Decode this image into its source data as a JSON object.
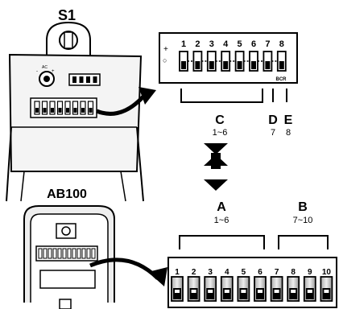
{
  "devices": {
    "s1": {
      "title": "S1",
      "ac_label": "AC",
      "ac_marks": [
        "-",
        "+"
      ]
    },
    "ab100": {
      "title": "AB100"
    }
  },
  "switch_8": {
    "numbers": [
      "1",
      "2",
      "3",
      "4",
      "5",
      "6",
      "7",
      "8"
    ],
    "side_marks": [
      "+",
      "○"
    ],
    "bottom_label": "BCR"
  },
  "switch_10": {
    "numbers": [
      "1",
      "2",
      "3",
      "4",
      "5",
      "6",
      "7",
      "8",
      "9",
      "10"
    ]
  },
  "groups": {
    "c": {
      "letter": "C",
      "range": "1~6"
    },
    "d": {
      "letter": "D",
      "range": "7"
    },
    "e": {
      "letter": "E",
      "range": "8"
    },
    "a": {
      "letter": "A",
      "range": "1~6"
    },
    "b": {
      "letter": "B",
      "range": "7~10"
    }
  },
  "colors": {
    "ink": "#000000",
    "panel_fill": "#f4f4f4",
    "shade": "#cfcfcf"
  }
}
